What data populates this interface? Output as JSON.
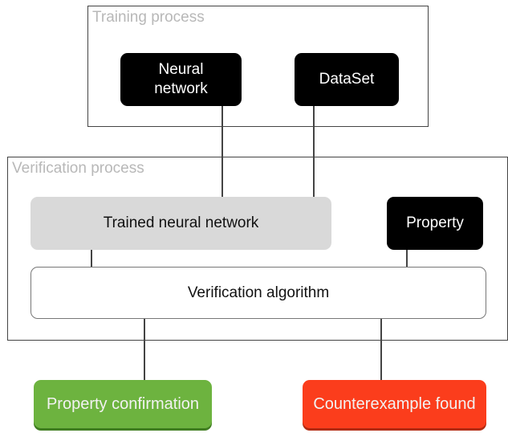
{
  "training": {
    "label": "Training process",
    "neural_network": "Neural\nnetwork",
    "dataset": "DataSet"
  },
  "verification": {
    "label": "Verification process",
    "trained_network": "Trained neural network",
    "property": "Property",
    "algorithm": "Verification algorithm"
  },
  "outcomes": {
    "confirmation": "Property confirmation",
    "counterexample": "Counterexample found"
  },
  "colors": {
    "confirmation": "#6db33f",
    "counterexample": "#fb3d1c",
    "node_dark": "#000000",
    "node_gray": "#d9d9d9"
  }
}
